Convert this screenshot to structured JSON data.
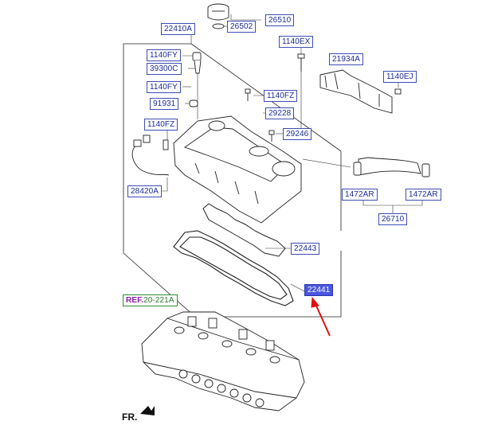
{
  "labels": {
    "p26510": "26510",
    "p26502": "26502",
    "p22410A": "22410A",
    "p1140FY_a": "1140FY",
    "p39300C": "39300C",
    "p1140FY_b": "1140FY",
    "p91931": "91931",
    "p1140FZ_a": "1140FZ",
    "p28420A": "28420A",
    "p1140EX": "1140EX",
    "p21934A": "21934A",
    "p1140EJ": "1140EJ",
    "p1140FZ_b": "1140FZ",
    "p29228": "29228",
    "p29246": "29246",
    "p1472AR_a": "1472AR",
    "p1472AR_b": "1472AR",
    "p26710": "26710",
    "p22443": "22443",
    "p22441": "22441"
  },
  "ref": {
    "prefix": "REF.",
    "value": "20-221A"
  },
  "fr": "FR.",
  "colors": {
    "label_border": "#3d4db5",
    "label_text": "#1a2a9a",
    "highlight": "#4a56e0",
    "ref_border": "#2e8a2e",
    "ref_prefix": "#8a1aa8",
    "arrow": "#e01010"
  }
}
